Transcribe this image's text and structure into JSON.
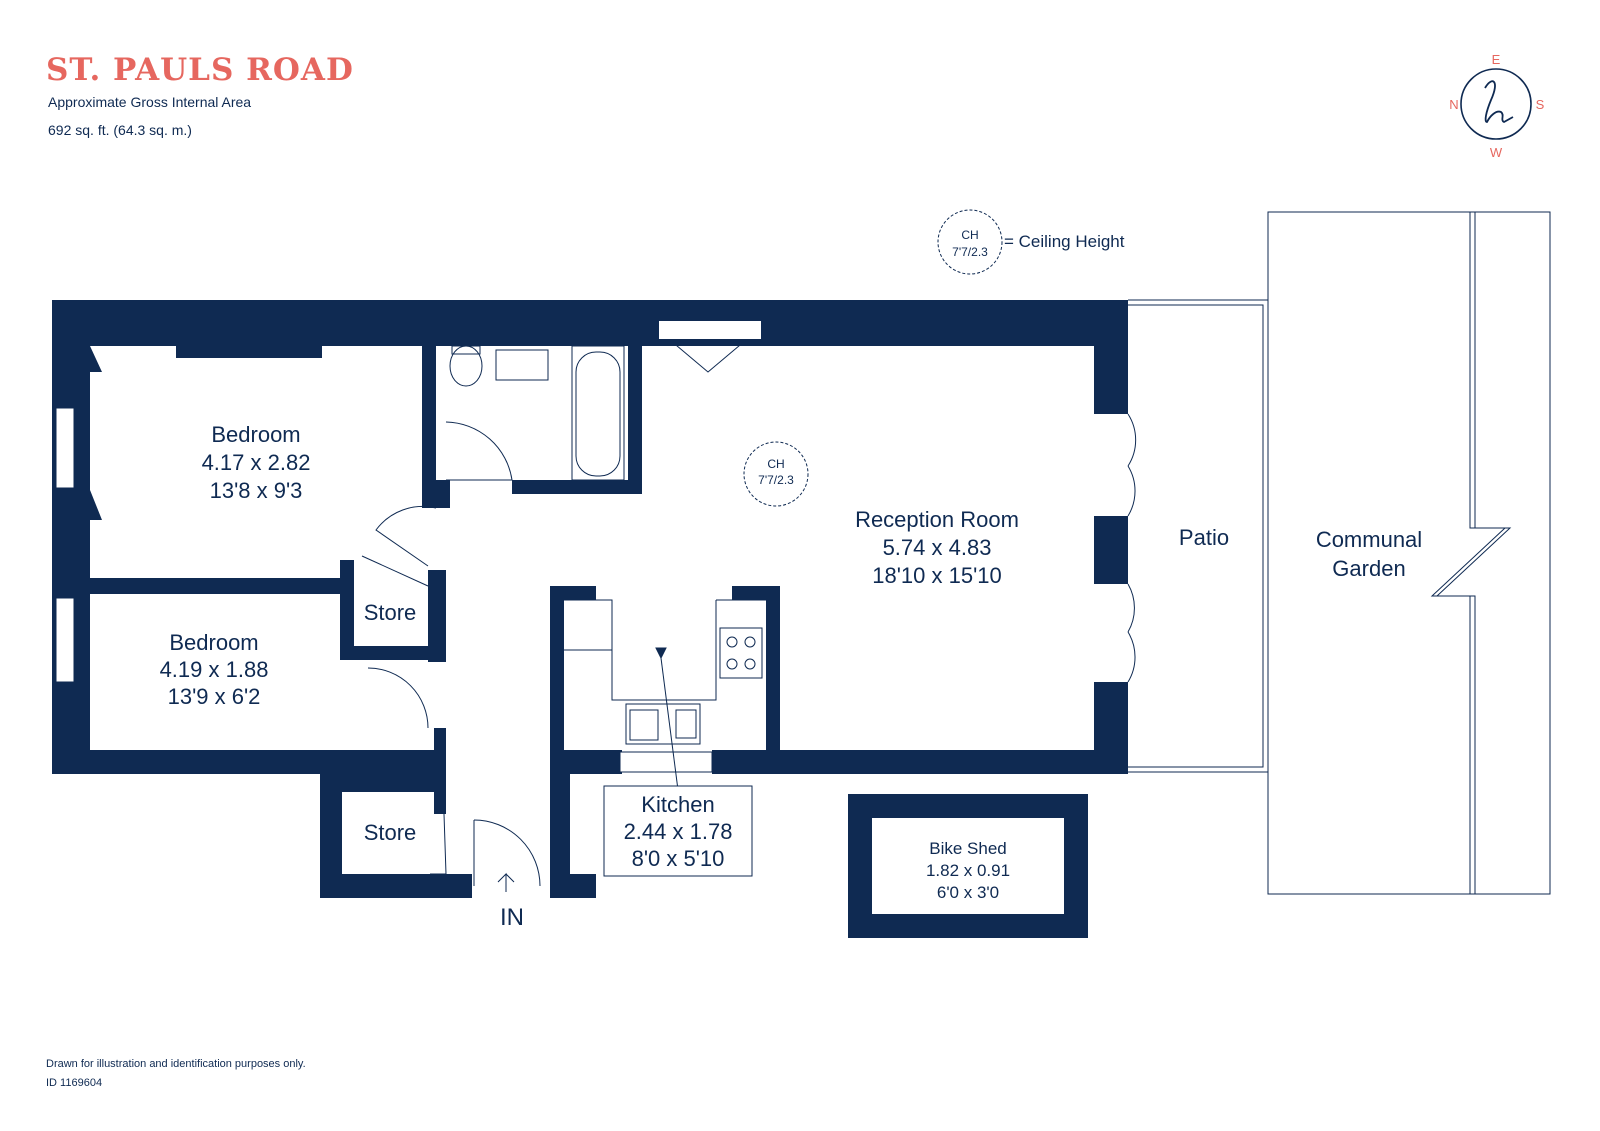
{
  "header": {
    "title": "ST. PAULS ROAD",
    "subtitle": "Approximate Gross Internal Area",
    "area": "692 sq. ft. (64.3 sq. m.)"
  },
  "compass": {
    "north": "N",
    "east": "E",
    "south": "S",
    "west": "W",
    "logo_icon": "script-h-logo"
  },
  "legend": {
    "ch": "CH",
    "ch_value": "7'7/2.3",
    "label": "= Ceiling Height"
  },
  "rooms": {
    "bedroom1": {
      "name": "Bedroom",
      "metric": "4.17 x 2.82",
      "imperial": "13'8 x 9'3"
    },
    "bedroom2": {
      "name": "Bedroom",
      "metric": "4.19 x 1.88",
      "imperial": "13'9 x 6'2"
    },
    "store1": {
      "name": "Store"
    },
    "store2": {
      "name": "Store"
    },
    "reception": {
      "name": "Reception Room",
      "metric": "5.74 x 4.83",
      "imperial": "18'10 x 15'10",
      "ch": "CH",
      "ch_value": "7'7/2.3"
    },
    "kitchen": {
      "name": "Kitchen",
      "metric": "2.44 x 1.78",
      "imperial": "8'0 x 5'10"
    },
    "bike_shed": {
      "name": "Bike Shed",
      "metric": "1.82 x 0.91",
      "imperial": "6'0 x 3'0"
    },
    "patio": {
      "name": "Patio"
    },
    "garden": {
      "line1": "Communal",
      "line2": "Garden"
    }
  },
  "entrance": {
    "label": "IN"
  },
  "footer": {
    "disclaimer": "Drawn for illustration and identification purposes only.",
    "id": "ID 1169604"
  },
  "colors": {
    "wall": "#0f2a52",
    "title": "#e6675f",
    "background": "#ffffff"
  }
}
